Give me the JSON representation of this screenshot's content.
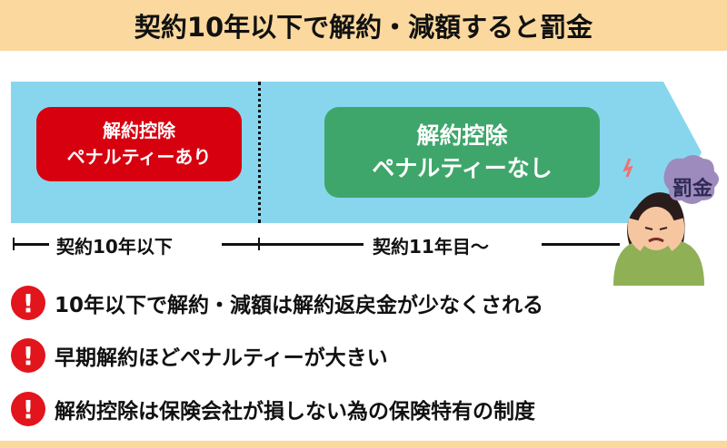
{
  "title": "契約10年以下で解約・減額すると罰金",
  "boxes": {
    "with_penalty": {
      "line1": "解約控除",
      "line2": "ペナルティーあり"
    },
    "without_penalty": {
      "line1": "解約控除",
      "line2": "ペナルティーなし"
    }
  },
  "timeline": {
    "first": "契約10年以下",
    "second": "契約11年目〜"
  },
  "penalty_bubble": "罰金",
  "bullets": [
    "10年以下で解約・減額は解約返戻金が少なくされる",
    "早期解約ほどペナルティーが大きい",
    "解約控除は保険会社が損しない為の保険特有の制度"
  ],
  "colors": {
    "title_bg": "#fbd89d",
    "band": "#87d6ee",
    "red": "#d7000f",
    "green": "#3fa66b"
  }
}
